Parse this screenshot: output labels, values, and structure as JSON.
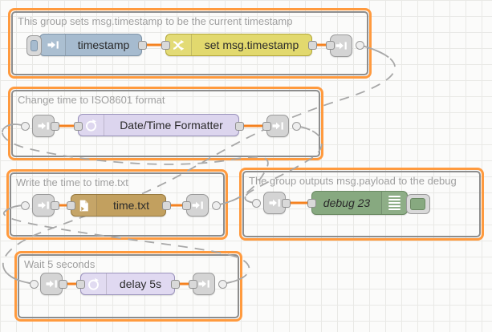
{
  "app": {
    "name": "Node-RED flow workspace"
  },
  "colors": {
    "group_border": "#ff9a3e",
    "group_inner_border": "#8d8d8d",
    "wire": "#f58220",
    "link_wire": "#a8a8a8",
    "inject_node": "#a6bbcf",
    "change_node": "#e2d96e",
    "datetime_node": "#dcd5ee",
    "file_node": "#c2a05f",
    "debug_node": "#87a980",
    "delay_node": "#e0d9f1",
    "link_node": "#d4d4d4"
  },
  "groups": [
    {
      "label": "This group sets msg.timestamp to be the current timestamp",
      "nodes": [
        {
          "type": "inject",
          "label": "timestamp"
        },
        {
          "type": "change",
          "label": "set msg.timestamp"
        },
        {
          "type": "link out",
          "label": ""
        }
      ]
    },
    {
      "label": "Change time to ISO8601 format",
      "nodes": [
        {
          "type": "link in",
          "label": ""
        },
        {
          "type": "datetime-formatter",
          "label": "Date/Time Formatter"
        },
        {
          "type": "link out",
          "label": ""
        }
      ]
    },
    {
      "label": "Write the time to time.txt",
      "nodes": [
        {
          "type": "link in",
          "label": ""
        },
        {
          "type": "file",
          "label": "time.txt"
        },
        {
          "type": "link out",
          "label": ""
        }
      ]
    },
    {
      "label": "The group outputs msg.payload to the debug",
      "nodes": [
        {
          "type": "link in",
          "label": ""
        },
        {
          "type": "debug",
          "label": "debug 23"
        }
      ]
    },
    {
      "label": "Wait 5 seconds",
      "nodes": [
        {
          "type": "link in",
          "label": ""
        },
        {
          "type": "delay",
          "label": "delay 5s"
        },
        {
          "type": "link out",
          "label": ""
        }
      ]
    }
  ],
  "link_wires": [
    {
      "from": "timestamp-group link-out",
      "to": "wait-5-seconds-group link-in"
    },
    {
      "from": "iso8601-group link-out",
      "to": "debug-group link-in"
    },
    {
      "from": "write-file-group link-out",
      "to": "iso8601-group link-in"
    },
    {
      "from": "wait-5-seconds-group link-out",
      "to": "write-file-group link-in"
    }
  ]
}
